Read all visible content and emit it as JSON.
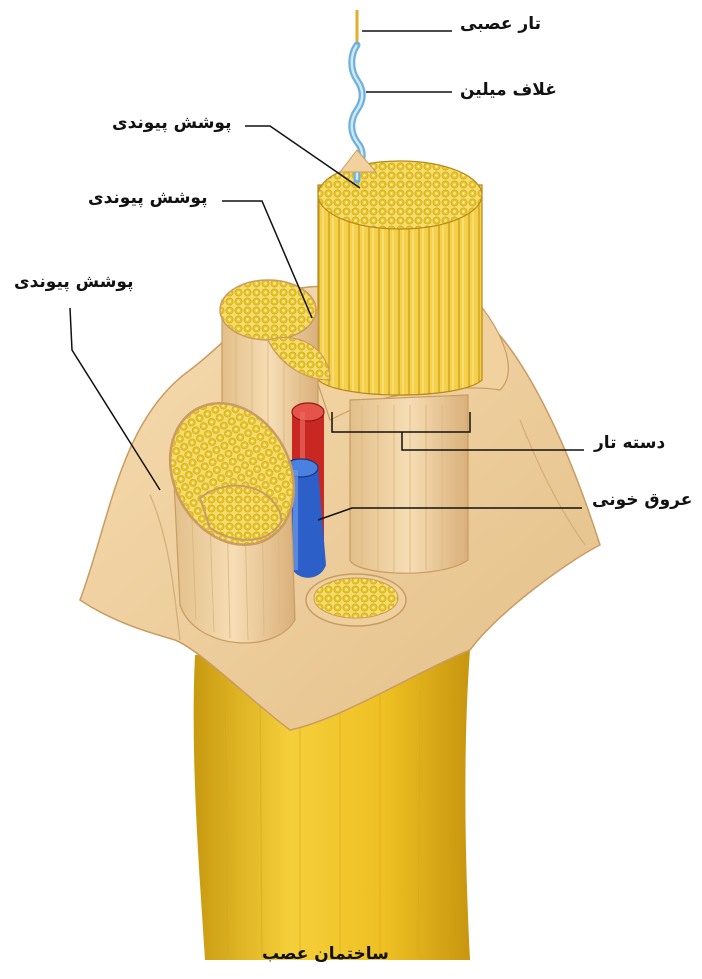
{
  "labels": {
    "nerve_fiber": "تار عصبی",
    "myelin_sheath": "غلاف میلین",
    "connective_sheath_1": "پوشش پیوندی",
    "connective_sheath_2": "پوشش پیوندی",
    "connective_sheath_3": "پوشش پیوندی",
    "fascicle": "دسته تار",
    "blood_vessels": "عروق خونی",
    "nerve_structure": "ساختمان عصب"
  },
  "colors": {
    "tissue": "#f2d2a0",
    "tissue_dark": "#d9b27a",
    "nerve_trunk": "#e8be25",
    "fiber": "#f3d23a",
    "fiber_dot": "#e8c62a",
    "artery": "#d8322b",
    "vein": "#2c5fc8",
    "myelin": "#8fc8e8",
    "leader_line": "#111111"
  }
}
